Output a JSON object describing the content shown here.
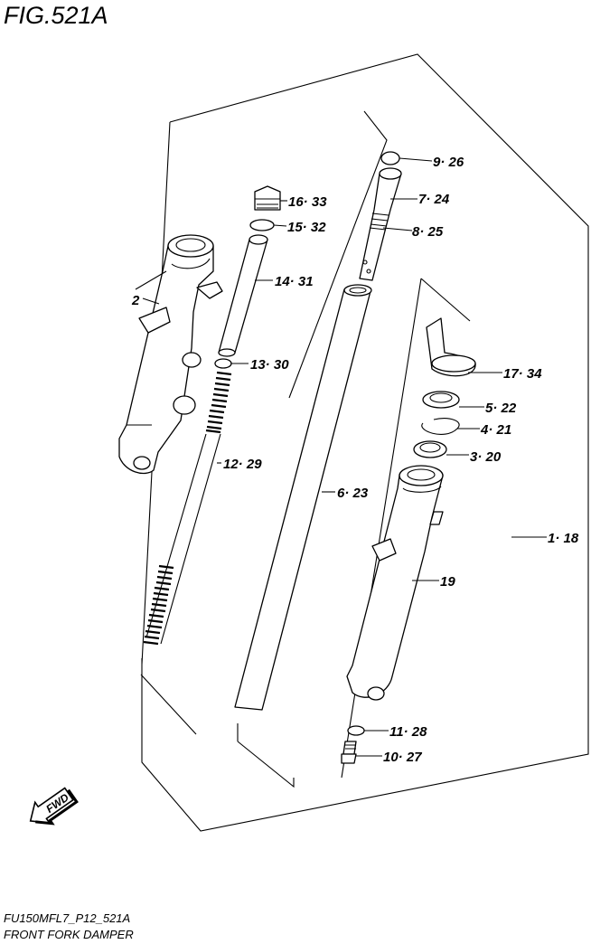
{
  "figure_title": "FIG.521A",
  "callouts": [
    {
      "id": "c-9-26",
      "text": "9· 26"
    },
    {
      "id": "c-7-24",
      "text": "7· 24"
    },
    {
      "id": "c-8-25",
      "text": "8· 25"
    },
    {
      "id": "c-16-33",
      "text": "16· 33"
    },
    {
      "id": "c-15-32",
      "text": "15· 32"
    },
    {
      "id": "c-14-31",
      "text": "14· 31"
    },
    {
      "id": "c-2",
      "text": "2"
    },
    {
      "id": "c-13-30",
      "text": "13· 30"
    },
    {
      "id": "c-12-29",
      "text": "12· 29"
    },
    {
      "id": "c-6-23",
      "text": "6· 23"
    },
    {
      "id": "c-17-34",
      "text": "17· 34"
    },
    {
      "id": "c-5-22",
      "text": "5· 22"
    },
    {
      "id": "c-4-21",
      "text": "4· 21"
    },
    {
      "id": "c-3-20",
      "text": "3· 20"
    },
    {
      "id": "c-1-18",
      "text": "1· 18"
    },
    {
      "id": "c-19",
      "text": "19"
    },
    {
      "id": "c-11-28",
      "text": "11· 28"
    },
    {
      "id": "c-10-27",
      "text": "10· 27"
    }
  ],
  "fwd_arrow_label": "FWD",
  "footer": {
    "model_code": "FU150MFL7_P12_521A",
    "caption": "FRONT FORK DAMPER"
  }
}
